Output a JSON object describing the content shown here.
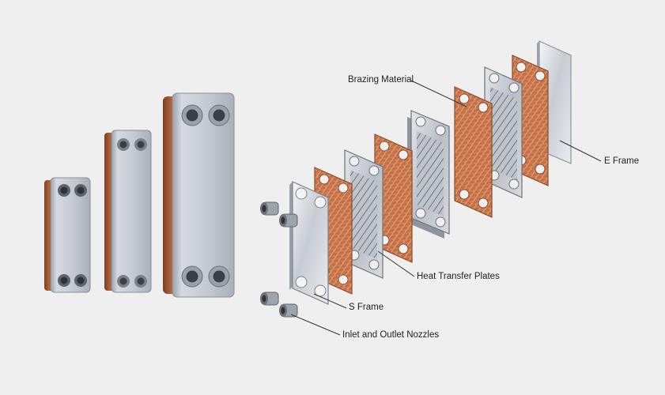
{
  "labels": {
    "brazing_material": "Brazing Material",
    "e_frame": "E Frame",
    "heat_transfer_plates": "Heat Transfer Plates",
    "s_frame": "S Frame",
    "nozzles": "Inlet and Outlet Nozzles"
  },
  "colors": {
    "background": "#efefef",
    "copper": "#c8744a",
    "steel": "#c9cdd4",
    "steel_dark": "#8d939c",
    "leader": "#333333"
  }
}
